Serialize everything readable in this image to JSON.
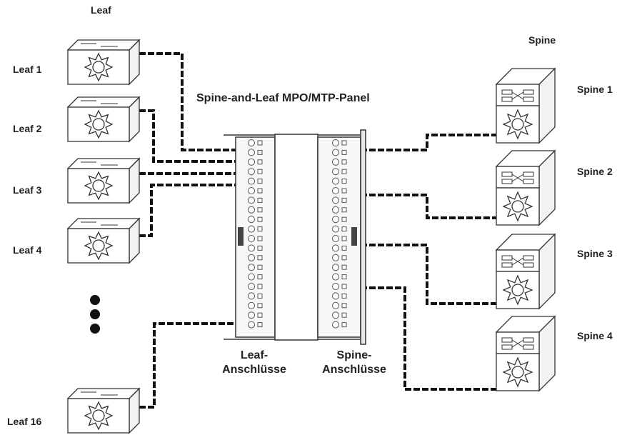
{
  "diagram": {
    "title": "Spine-and-Leaf MPO/MTP-Panel",
    "leaf_header": "Leaf",
    "spine_header": "Spine",
    "leaf_labels": [
      "Leaf 1",
      "Leaf 2",
      "Leaf 3",
      "Leaf 4",
      "Leaf 16"
    ],
    "spine_labels": [
      "Spine 1",
      "Spine 2",
      "Spine 3",
      "Spine 4"
    ],
    "panel_left_label": [
      "Leaf-",
      "Anschlüsse"
    ],
    "panel_right_label": [
      "Spine-",
      "Anschlüsse"
    ],
    "ellipsis_dots": 3,
    "line_color": "#111111",
    "outline_color": "#333333"
  }
}
